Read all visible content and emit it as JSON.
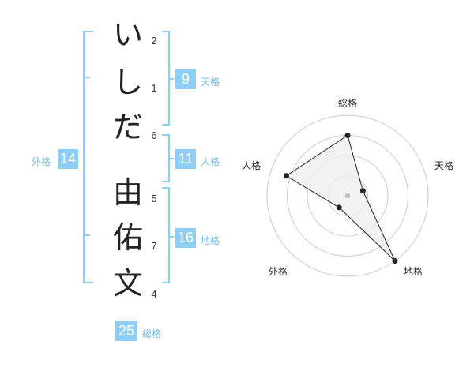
{
  "name_chars": [
    "い",
    "し",
    "だ",
    "由",
    "佑",
    "文"
  ],
  "strokes": [
    "2",
    "1",
    "6",
    "5",
    "7",
    "4"
  ],
  "fortune": {
    "tenkaku": {
      "label": "天格",
      "value": "9"
    },
    "jinkaku": {
      "label": "人格",
      "value": "11"
    },
    "chikaku": {
      "label": "地格",
      "value": "16"
    },
    "gaikaku": {
      "label": "外格",
      "value": "14"
    },
    "soukaku": {
      "label": "総格",
      "value": "25"
    }
  },
  "chart_data": {
    "type": "radar",
    "axes": [
      "総格",
      "天格",
      "地格",
      "外格",
      "人格"
    ],
    "values": [
      0.75,
      0.2,
      1.0,
      0.18,
      0.8
    ],
    "colors": {
      "fill": "#efefef",
      "line": "#222222",
      "grid": "#cccccc",
      "accent": "#8ecdf5"
    }
  }
}
